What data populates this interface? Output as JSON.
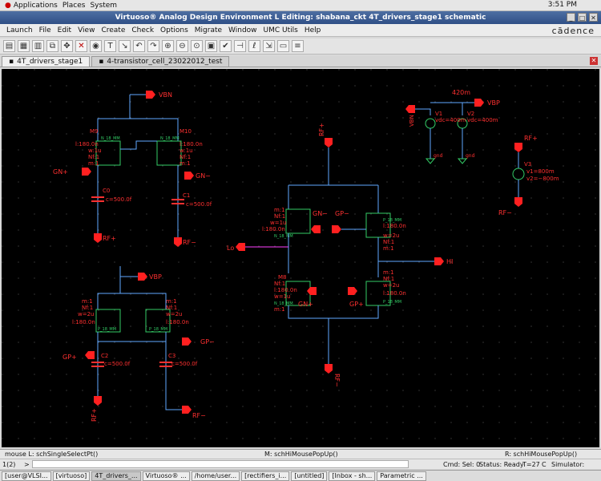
{
  "top_panel": {
    "applications": "Applications",
    "places": "Places",
    "system": "System",
    "clock": "3:51 PM"
  },
  "window": {
    "title": "Virtuoso® Analog Design Environment L Editing: shabana_ckt 4T_drivers_stage1 schematic",
    "buttons": [
      "_",
      "□",
      "✕"
    ]
  },
  "menu": {
    "items": [
      "Launch",
      "File",
      "Edit",
      "View",
      "Create",
      "Check",
      "Options",
      "Migrate",
      "Window",
      "UMC Utils",
      "Help"
    ],
    "brand": "cādence"
  },
  "toolbar": {
    "icons": [
      "open-icon",
      "save-icon",
      "save-as-icon",
      "copy-icon",
      "move-icon",
      "delete-icon",
      "properties-icon",
      "text-icon",
      "wire-icon",
      "undo-icon",
      "redo-icon",
      "zoom-in-icon",
      "zoom-out-icon",
      "zoom-fit-icon",
      "zoom-box-icon",
      "check-save-icon",
      "pin-icon",
      "label-icon",
      "stretch-icon",
      "instance-icon",
      "bus-icon"
    ]
  },
  "tabs": [
    {
      "label": "4T_drivers_stage1",
      "active": true
    },
    {
      "label": "4-transistor_cell_23022012_test",
      "active": false
    }
  ],
  "schematic": {
    "pins": {
      "vbn": "VBN",
      "vbp": "VBP",
      "vbp2": "VBP",
      "gn_plus_left": "GN+",
      "gn_minus_left": "GN−",
      "rf_plus_c0": "RF+",
      "rf_minus_c1": "RF−",
      "gp_plus_left": "GP+",
      "gp_minus_left": "GP−",
      "rf_plus_c2": "RF+",
      "rf_minus_c3": "RF−",
      "lo": "Lo",
      "hi": "HI",
      "rf_plus_top": "RF+",
      "rf_minus_bottom": "RF−",
      "gn_minus_mid": "GN−",
      "gp_minus_mid": "GP−",
      "gn_plus_mid": "GN+",
      "gp_plus_mid": "GP+",
      "rf_plus_src": "RF+",
      "rf_minus_src": "RF−",
      "v420": "420m",
      "vbn_src": "VBN"
    },
    "components": {
      "m9": {
        "name": "M9",
        "l": "l:180.0n",
        "w": "w:1u",
        "nf": "Nf:1",
        "m": "m:1",
        "model": "N_18_MM"
      },
      "m10": {
        "name": "M10",
        "l": "l:180.0n",
        "w": "w:1u",
        "nf": "Nf:1",
        "m": "m:1",
        "model": "N_18_MM"
      },
      "c0": {
        "name": "C0",
        "c": "c=500.0f"
      },
      "c1": {
        "name": "C1",
        "c": "c=500.0f"
      },
      "c2": {
        "name": "C2",
        "c": "c=500.0f"
      },
      "c3": {
        "name": "C3",
        "c": "c=500.0f"
      },
      "pm_left": {
        "m": "m:1",
        "nf": "Nf:1",
        "w": "w=2u",
        "l": "l:180.0n",
        "model": "P_18_MM"
      },
      "pm_right": {
        "m": "m:1",
        "nf": "Nf:1",
        "w": "w=2u",
        "l": "l:180.0n",
        "model": "P_18_MM"
      },
      "nm_top": {
        "m": "m:1",
        "nf": "Nf:1",
        "w": "w=1u",
        "l": "l:180.0n",
        "model": "N_18_MM"
      },
      "pm_top": {
        "m": "m:1",
        "nf": "Nf:1",
        "w": "w=2u",
        "l": "l:180.0n",
        "model": "P_18_MM"
      },
      "nm_bot": {
        "name": "M8",
        "nf": "Nf:1",
        "w": "w=1u",
        "l": "l:180.0n",
        "m": "m:1",
        "model": "N_18_MM"
      },
      "pm_bot": {
        "m": "m:1",
        "nf": "Nf:1",
        "w": "w=2u",
        "l": "l:180.0n",
        "model": "P_18_MM"
      },
      "vdc_left": {
        "name": "V1",
        "vdc": "vdc=400m"
      },
      "vdc_right": {
        "name": "V2",
        "vdc": "vdc=400m"
      },
      "vsrc": {
        "name": "V3",
        "v1": "v1=800m",
        "v2": "v2=−800m"
      },
      "gnd": "gnd"
    }
  },
  "status": {
    "left": "mouse L: schSingleSelectPt()",
    "mid": "M: schHiMousePopUp()",
    "right": "R: schHiMousePopUp()"
  },
  "cmdline": {
    "prompt": "1(2)",
    "arrow": ">",
    "cmd": "Cmd: Sel: 0",
    "status": "Status: Ready",
    "temp": "T=27",
    "c": "C",
    "sim": "Simulator: spectre"
  },
  "taskbar": {
    "tasks": [
      {
        "label": "[user@VLSI...",
        "active": false
      },
      {
        "label": "[virtuoso]",
        "active": false
      },
      {
        "label": "4T_drivers_...",
        "active": true
      },
      {
        "label": "Virtuoso® ...",
        "active": false
      },
      {
        "label": "/home/user...",
        "active": false
      },
      {
        "label": "[rectifiers_i...",
        "active": false
      },
      {
        "label": "[untitled]",
        "active": false
      },
      {
        "label": "[Inbox - sh...",
        "active": false
      },
      {
        "label": "Parametric ...",
        "active": false
      }
    ]
  },
  "colors": {
    "canvas": "#000000",
    "wire": "#5fa8ff",
    "label": "#ff3030",
    "device": "#33cc66",
    "pin": "#ff2020"
  }
}
